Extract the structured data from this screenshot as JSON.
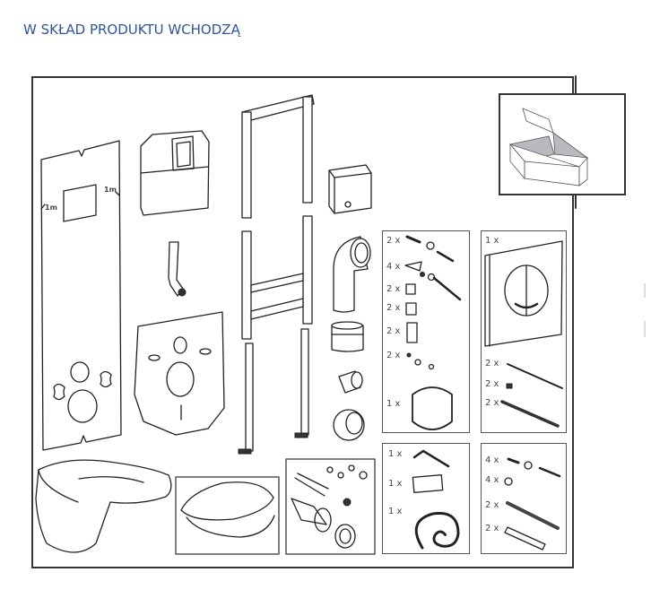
{
  "heading": "W SKŁAD PRODUKTU WCHODZĄ",
  "colors": {
    "heading": "#2f5597",
    "line": "#222222",
    "box_shade": "#b9b9c0"
  },
  "components": [
    {
      "id": "installation-plate",
      "name": "Installation template plate",
      "label_left": "1m",
      "label_right": "1m"
    },
    {
      "id": "cistern",
      "name": "Concealed cistern"
    },
    {
      "id": "flush-pipe",
      "name": "Flush pipe"
    },
    {
      "id": "frame",
      "name": "Mounting frame"
    },
    {
      "id": "control-box",
      "name": "Electronics / control box"
    },
    {
      "id": "elbow-pipe",
      "name": "Drain elbow"
    },
    {
      "id": "coupling",
      "name": "Pipe coupling"
    },
    {
      "id": "caps",
      "name": "Protective caps"
    },
    {
      "id": "insulation-mat",
      "name": "Sound insulation mat"
    },
    {
      "id": "wc-bowl",
      "name": "Wall-hung WC bowl"
    },
    {
      "id": "seat",
      "name": "Toilet seat with cover"
    },
    {
      "id": "connection-set",
      "name": "Connection set"
    },
    {
      "id": "packaging-box",
      "name": "Packaging box"
    }
  ],
  "panels": {
    "fixings": {
      "items": [
        {
          "qty": "2 x",
          "part": "wall plug with screw and washer"
        },
        {
          "qty": "4 x",
          "part": "bracket bolt with nut and washer"
        },
        {
          "qty": "2 x",
          "part": "clip"
        },
        {
          "qty": "2 x",
          "part": "block"
        },
        {
          "qty": "2 x",
          "part": "holder"
        },
        {
          "qty": "2 x",
          "part": "small screw set"
        },
        {
          "qty": "1 x",
          "part": "clamp ring"
        }
      ]
    },
    "flush_plate": {
      "items": [
        {
          "qty": "1 x",
          "part": "flush plate"
        },
        {
          "qty": "2 x",
          "part": "rod"
        },
        {
          "qty": "2 x",
          "part": "connector"
        },
        {
          "qty": "2 x",
          "part": "threaded rod"
        }
      ]
    },
    "tools": {
      "items": [
        {
          "qty": "1 x",
          "part": "hex key"
        },
        {
          "qty": "1 x",
          "part": "label plate"
        },
        {
          "qty": "1 x",
          "part": "flexible hose"
        }
      ]
    },
    "mounting": {
      "items": [
        {
          "qty": "4 x",
          "part": "wall plug with screw and washer"
        },
        {
          "qty": "4 x",
          "part": "nut"
        },
        {
          "qty": "2 x",
          "part": "threaded rod"
        },
        {
          "qty": "2 x",
          "part": "sleeve"
        }
      ]
    }
  }
}
